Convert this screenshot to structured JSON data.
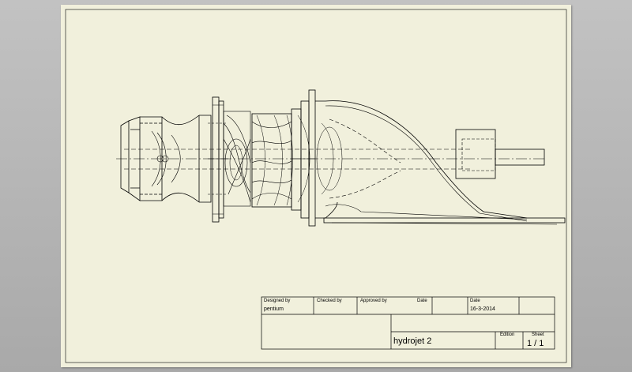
{
  "title_block": {
    "labels": {
      "designed_by": "Designed by",
      "checked_by": "Checked by",
      "approved_by": "Approved by",
      "date": "Date",
      "date2": "Date",
      "edition": "Edition",
      "sheet": "Sheet"
    },
    "values": {
      "designer": "pentium",
      "date": "16-3-2014",
      "title": "hydrojet 2",
      "sheet": "1 / 1"
    }
  },
  "drawing": {
    "line_color": "#000000",
    "sheet_color": "#f1f0dc"
  }
}
